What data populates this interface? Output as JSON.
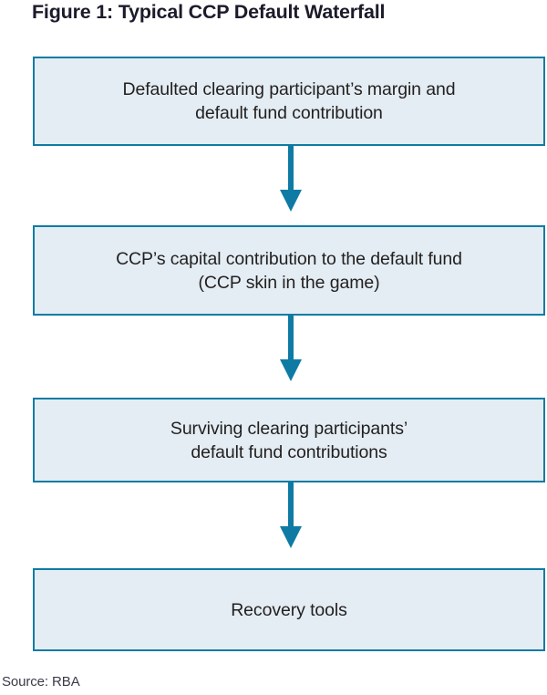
{
  "figure": {
    "title": "Figure 1: Typical CCP Default Waterfall",
    "source_note": "Source: RBA",
    "colors": {
      "box_fill": "#e3edf3",
      "box_border": "#0f7ba4",
      "arrow": "#0f7ba4",
      "title_text": "#1b1b2b",
      "body_text": "#231f20",
      "source_text": "#3b3b4a",
      "background": "#ffffff"
    },
    "diagram": {
      "type": "flowchart-waterfall",
      "direction": "top-to-bottom",
      "step_count": 4,
      "arrow_count": 3,
      "steps": [
        {
          "order": 1,
          "label": "Defaulted clearing participant’s margin and\ndefault fund contribution",
          "line1": "Defaulted clearing participant’s margin and",
          "line2": "default fund contribution"
        },
        {
          "order": 2,
          "label": "CCP’s capital contribution to the default fund\n(CCP skin in the game)",
          "line1": "CCP’s capital contribution to the default fund",
          "line2": "(CCP skin in the game)"
        },
        {
          "order": 3,
          "label": "Surviving clearing participants’\ndefault fund contributions",
          "line1": "Surviving clearing participants’",
          "line2": "default fund contributions"
        },
        {
          "order": 4,
          "label": "Recovery tools",
          "line1": "Recovery tools",
          "line2": ""
        }
      ],
      "arrows": [
        {
          "order": 1,
          "from_step": 1,
          "to_step": 2,
          "glyph": "down-arrow"
        },
        {
          "order": 2,
          "from_step": 2,
          "to_step": 3,
          "glyph": "down-arrow"
        },
        {
          "order": 3,
          "from_step": 3,
          "to_step": 4,
          "glyph": "down-arrow"
        }
      ]
    }
  }
}
